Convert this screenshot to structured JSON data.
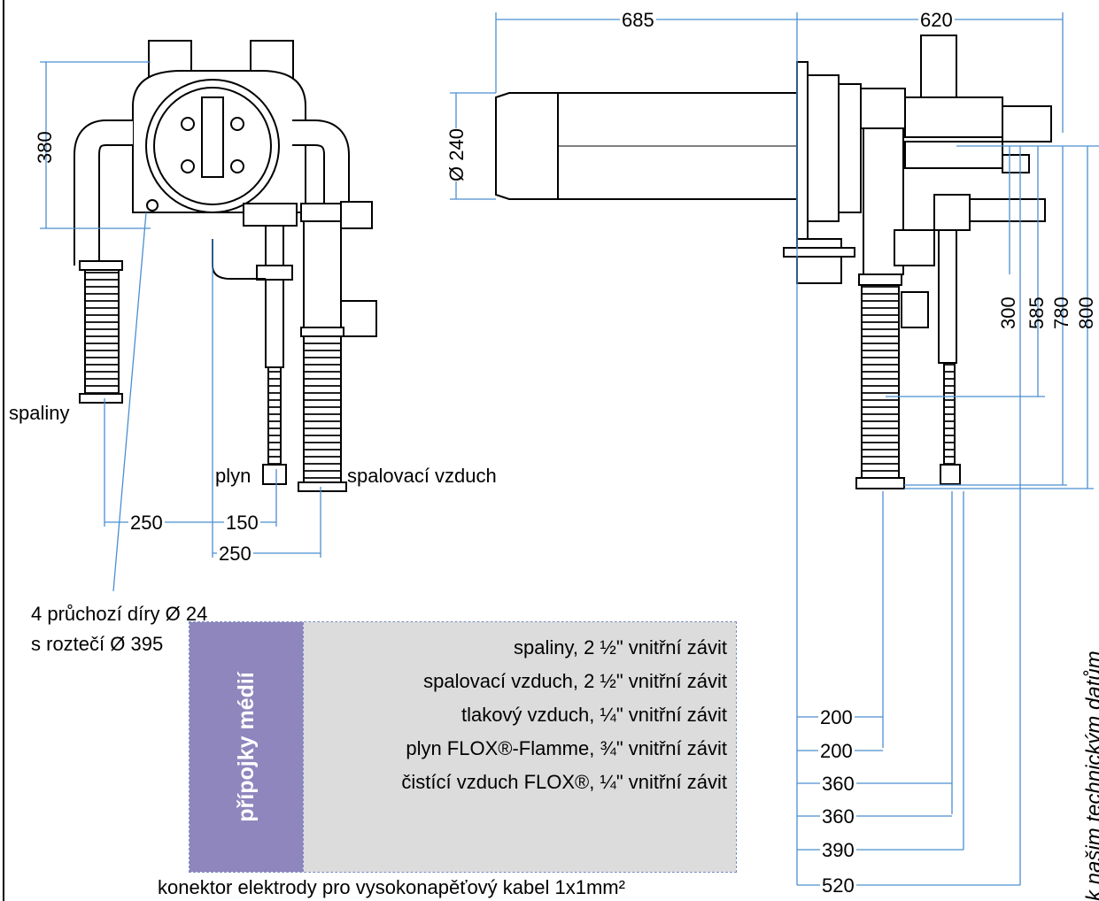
{
  "left_view": {
    "dim_height": "380",
    "label_flue": "spaliny",
    "label_gas": "plyn",
    "label_air": "spalovací vzduch",
    "dim_a": "250",
    "dim_b": "150",
    "dim_c": "250",
    "holes_line1": "4 průchozí díry Ø 24",
    "holes_line2": "s roztečí Ø 395"
  },
  "right_view": {
    "dim_top_left": "685",
    "dim_top_right": "620",
    "dim_diameter": "Ø 240",
    "vert_dims": [
      "300",
      "585",
      "780",
      "800"
    ],
    "horiz_dims": [
      "200",
      "200",
      "360",
      "360",
      "390",
      "520"
    ]
  },
  "legend": {
    "title": "přípojky médií",
    "rows": [
      "spaliny,  2 ½\" vnitřní závit",
      "spalovací vzduch,  2 ½\" vnitřní závit",
      "tlakový vzduch, ¼\" vnitřní závit ",
      "plyn FLOX®-Flamme, ¾\" vnitřní závit",
      "čistící vzduch FLOX®, ¼\" vnitřní závit"
    ],
    "footer": "konektor elektrody pro vysokonapěťový kabel 1x1mm²"
  },
  "side_note": "k našim technickým datům",
  "colors": {
    "legend_side": "#8f86bd",
    "legend_body": "#dcdcdc",
    "dim_line": "#4a8fd1"
  }
}
